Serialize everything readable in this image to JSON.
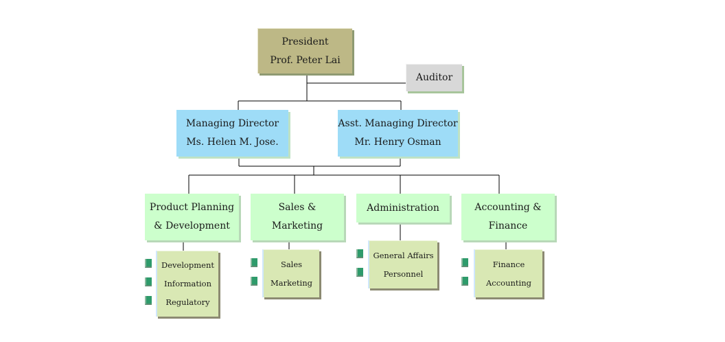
{
  "president": {
    "title": "President",
    "name": "Prof. Peter Lai"
  },
  "auditor": {
    "title": "Auditor"
  },
  "managing_director": {
    "title": "Managing Director",
    "name": "Ms. Helen M. Jose."
  },
  "asst_managing_director": {
    "title": "Asst. Managing Director",
    "name": "Mr. Henry Osman"
  },
  "departments": [
    {
      "line1": "Product Planning",
      "line2": "& Development",
      "units": [
        "Development",
        "Information",
        "Regulatory"
      ]
    },
    {
      "line1": "Sales &",
      "line2": "Marketing",
      "units": [
        "Sales",
        "Marketing"
      ]
    },
    {
      "line1": "Administration",
      "line2": "",
      "units": [
        "General Affairs",
        "Personnel"
      ]
    },
    {
      "line1": "Accounting &",
      "line2": "Finance",
      "units": [
        "Finance",
        "Accounting"
      ]
    }
  ],
  "colors": {
    "president": "#bdb886",
    "auditor": "#d8d8d8",
    "director": "#9edcf7",
    "department": "#ccffcc",
    "unit": "#d9e8b4",
    "bullet": "#2e9b6b"
  }
}
